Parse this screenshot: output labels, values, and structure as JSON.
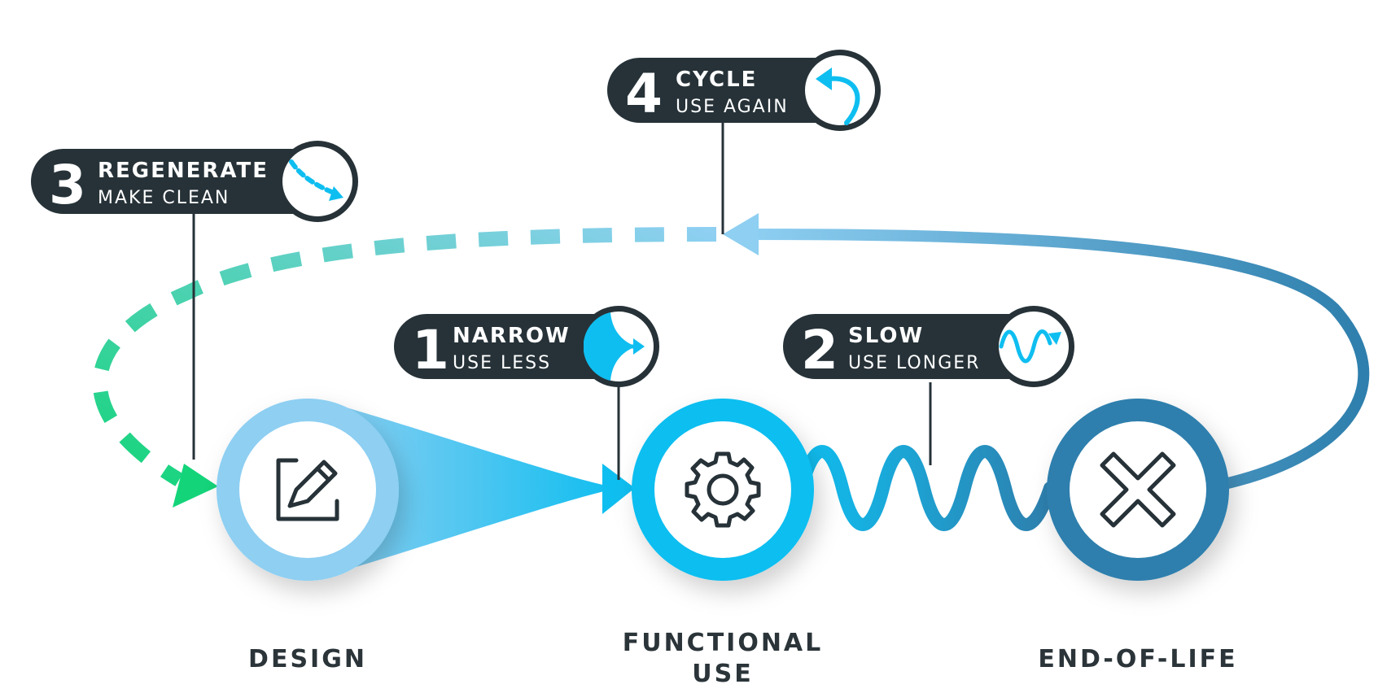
{
  "stages": [
    {
      "id": "design",
      "label": "DESIGN",
      "icon": "edit-icon",
      "ring_color": "#8ecff2"
    },
    {
      "id": "functional-use",
      "label_line1": "FUNCTIONAL",
      "label_line2": "USE",
      "icon": "gear-icon",
      "ring_color": "#0fbef0"
    },
    {
      "id": "end-of-life",
      "label": "END-OF-LIFE",
      "icon": "x-icon",
      "ring_color": "#2e7fad"
    }
  ],
  "strategies": [
    {
      "id": "narrow",
      "number": "1",
      "title": "NARROW",
      "subtitle": "USE LESS",
      "icon": "narrow-arrow-icon"
    },
    {
      "id": "slow",
      "number": "2",
      "title": "SLOW",
      "subtitle": "USE LONGER",
      "icon": "wave-arrow-icon"
    },
    {
      "id": "regenerate",
      "number": "3",
      "title": "REGENERATE",
      "subtitle": "MAKE CLEAN",
      "icon": "dashed-arrow-icon"
    },
    {
      "id": "cycle",
      "number": "4",
      "title": "CYCLE",
      "subtitle": "USE AGAIN",
      "icon": "loop-back-arrow-icon"
    }
  ],
  "colors": {
    "pill": "#263238",
    "accent_blue": "#0fbef0",
    "green": "#14d47a",
    "light_blue": "#8ecff2",
    "dark_blue": "#2e7fad"
  }
}
